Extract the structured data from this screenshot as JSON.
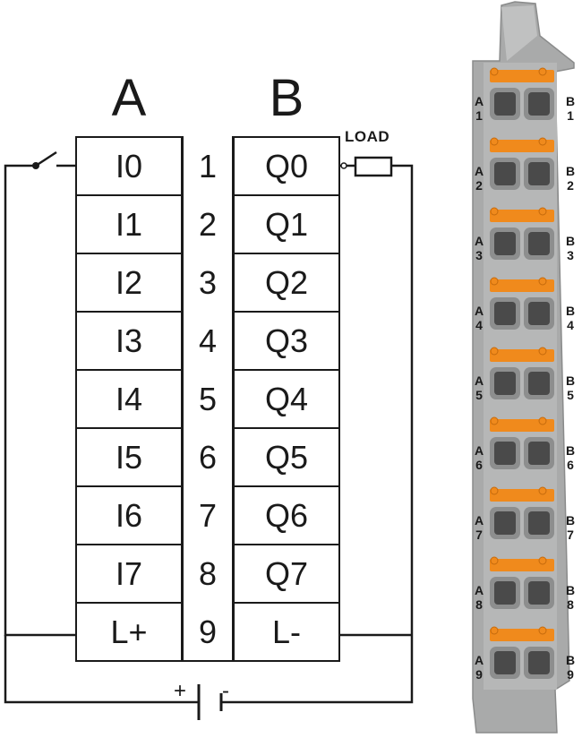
{
  "headers": {
    "a": "A",
    "b": "B"
  },
  "rows": [
    {
      "a": "I0",
      "n": "1",
      "b": "Q0"
    },
    {
      "a": "I1",
      "n": "2",
      "b": "Q1"
    },
    {
      "a": "I2",
      "n": "3",
      "b": "Q2"
    },
    {
      "a": "I3",
      "n": "4",
      "b": "Q3"
    },
    {
      "a": "I4",
      "n": "5",
      "b": "Q4"
    },
    {
      "a": "I5",
      "n": "6",
      "b": "Q5"
    },
    {
      "a": "I6",
      "n": "7",
      "b": "Q6"
    },
    {
      "a": "I7",
      "n": "8",
      "b": "Q7"
    },
    {
      "a": "L+",
      "n": "9",
      "b": "L-"
    }
  ],
  "load_label": "LOAD",
  "battery": {
    "plus": "+",
    "minus": "-"
  },
  "terminal_block": {
    "rows": [
      {
        "a": "A",
        "an": "1",
        "b": "B",
        "bn": "1"
      },
      {
        "a": "A",
        "an": "2",
        "b": "B",
        "bn": "2"
      },
      {
        "a": "A",
        "an": "3",
        "b": "B",
        "bn": "3"
      },
      {
        "a": "A",
        "an": "4",
        "b": "B",
        "bn": "4"
      },
      {
        "a": "A",
        "an": "5",
        "b": "B",
        "bn": "5"
      },
      {
        "a": "A",
        "an": "6",
        "b": "B",
        "bn": "6"
      },
      {
        "a": "A",
        "an": "7",
        "b": "B",
        "bn": "7"
      },
      {
        "a": "A",
        "an": "8",
        "b": "B",
        "bn": "8"
      },
      {
        "a": "A",
        "an": "9",
        "b": "B",
        "bn": "9"
      }
    ],
    "colors": {
      "housing": "#a9aaaa",
      "lever": "#f08a1c",
      "hole": "#4a4a4a"
    }
  }
}
